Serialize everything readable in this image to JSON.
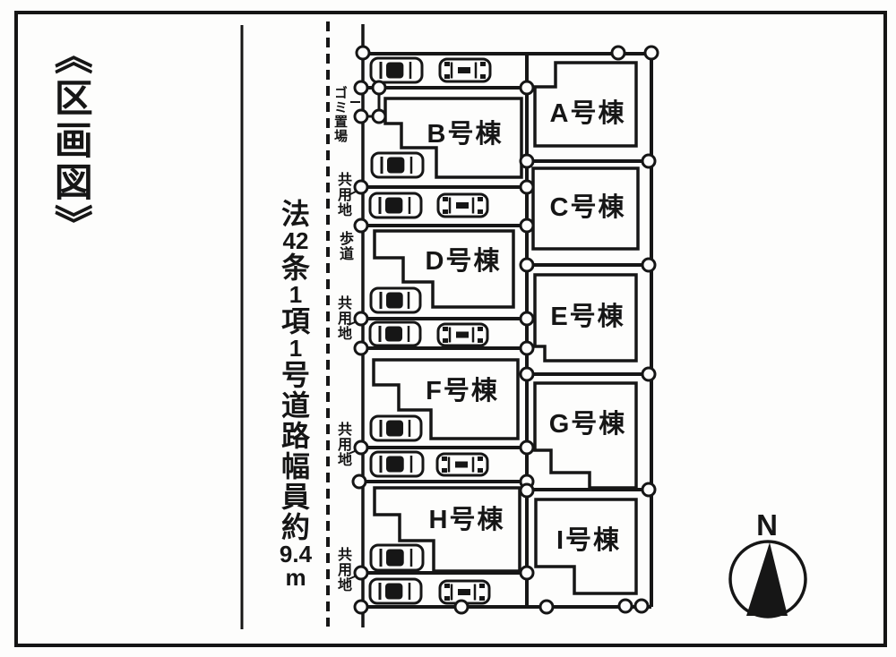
{
  "title": "《区画図》",
  "road_label": {
    "full_text": "法42条1項1号道路幅員約9.4m",
    "segments": [
      "法",
      "42",
      "条",
      "1",
      "項",
      "1",
      "号",
      "道",
      "路",
      "幅",
      "員",
      "約",
      "9.4",
      "m"
    ]
  },
  "site_annotations": [
    {
      "id": "garbage",
      "text": "ゴミ置場"
    },
    {
      "id": "common-1",
      "text": "共用地"
    },
    {
      "id": "sidewalk",
      "text": "歩道"
    },
    {
      "id": "common-2",
      "text": "共用地"
    },
    {
      "id": "common-3",
      "text": "共用地"
    },
    {
      "id": "common-4",
      "text": "共用地"
    }
  ],
  "buildings": [
    {
      "id": "A",
      "label": "A号棟"
    },
    {
      "id": "B",
      "label": "B号棟"
    },
    {
      "id": "C",
      "label": "C号棟"
    },
    {
      "id": "D",
      "label": "D号棟"
    },
    {
      "id": "E",
      "label": "E号棟"
    },
    {
      "id": "F",
      "label": "F号棟"
    },
    {
      "id": "G",
      "label": "G号棟"
    },
    {
      "id": "H",
      "label": "H号棟"
    },
    {
      "id": "I",
      "label": "I号棟"
    }
  ],
  "parked_car_count": 14,
  "compass": {
    "label": "N"
  },
  "colors": {
    "ink": "#161616",
    "paper": "#fdfdfc"
  }
}
